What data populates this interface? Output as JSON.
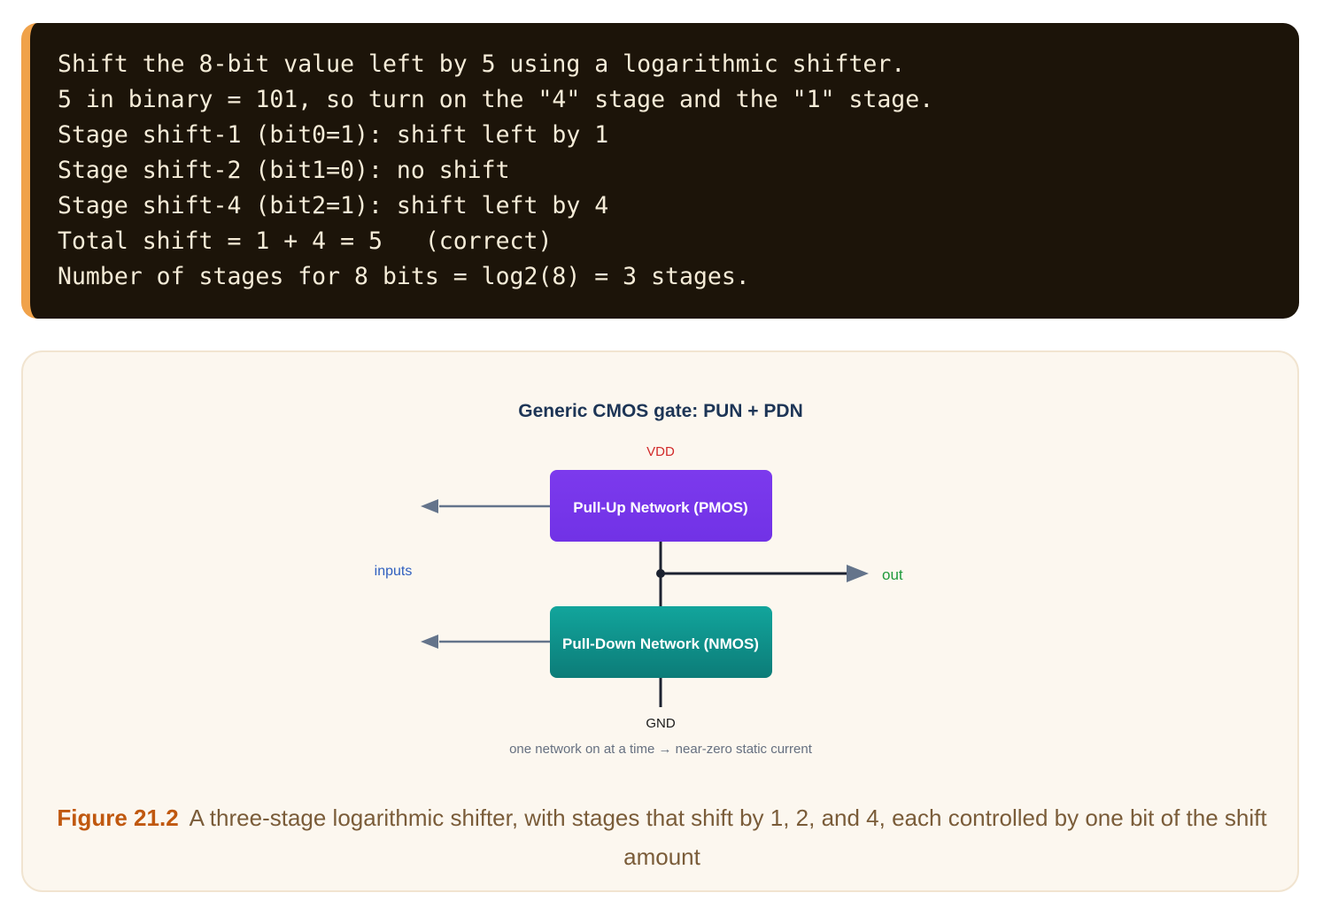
{
  "code": {
    "lines": [
      "Shift the 8-bit value left by 5 using a logarithmic shifter.",
      "5 in binary = 101, so turn on the \"4\" stage and the \"1\" stage.",
      "Stage shift-1 (bit0=1): shift left by 1",
      "Stage shift-2 (bit1=0): no shift",
      "Stage shift-4 (bit2=1): shift left by 4",
      "Total shift = 1 + 4 = 5   (correct)",
      "Number of stages for 8 bits = log2(8) = 3 stages."
    ]
  },
  "diagram": {
    "title": "Generic CMOS gate: PUN + PDN",
    "vdd_label": "VDD",
    "gnd_label": "GND",
    "inputs_label": "inputs",
    "out_label": "out",
    "pun_label": "Pull-Up Network (PMOS)",
    "pdn_label": "Pull-Down Network (NMOS)",
    "note": "one network on at a time → near-zero static current",
    "colors": {
      "pun": "#7c3aed",
      "pdn": "#0d9488",
      "wire": "#1c2230",
      "arrow": "#64748b"
    }
  },
  "caption": {
    "label": "Figure 21.2",
    "text": "A three-stage logarithmic shifter, with stages that shift by 1, 2, and 4, each controlled by one bit of the shift amount"
  }
}
